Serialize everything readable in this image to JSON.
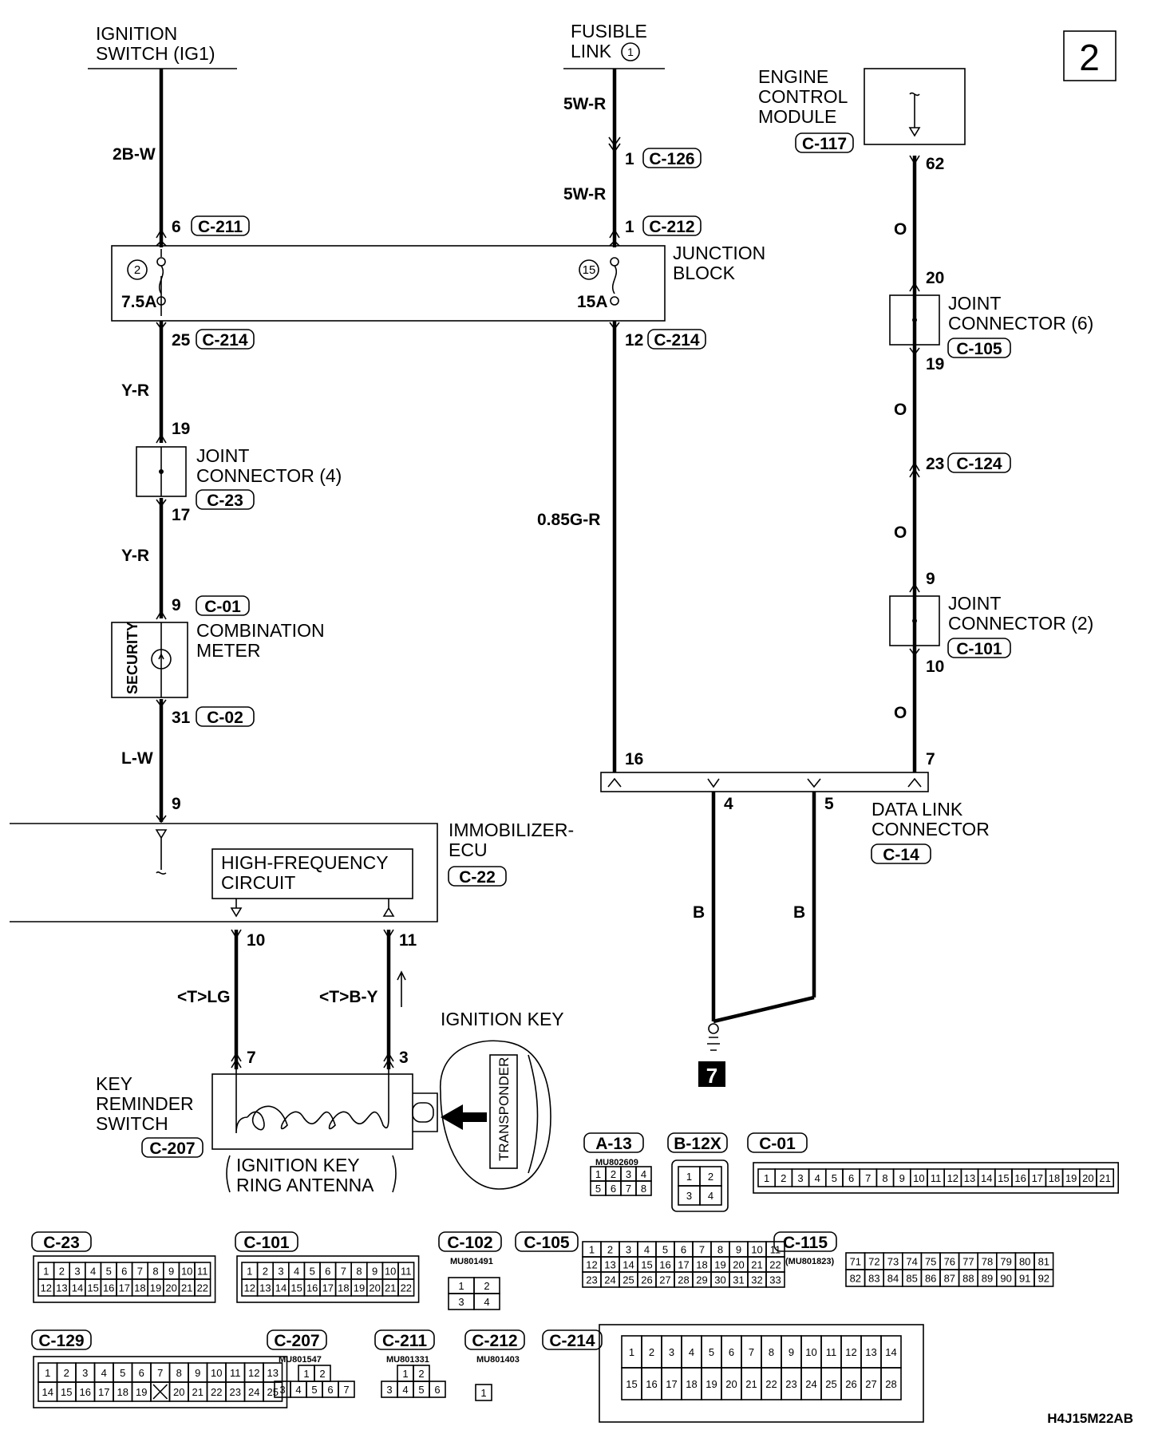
{
  "page_number": "2",
  "diagram_code": "H4J15M22AB",
  "ground_number": "7",
  "components": {
    "ignition_switch": [
      "IGNITION",
      "SWITCH (IG1)"
    ],
    "fusible_link": [
      "FUSIBLE",
      "LINK"
    ],
    "fusible_link_number": "1",
    "ecm": [
      "ENGINE",
      "CONTROL",
      "MODULE"
    ],
    "ecm_connector": "C-117",
    "junction_block": [
      "JUNCTION",
      "BLOCK"
    ],
    "fuse_left_number": "2",
    "fuse_left_rating": "7.5A",
    "fuse_right_number": "15",
    "fuse_right_rating": "15A",
    "joint_connector_4": [
      "JOINT",
      "CONNECTOR (4)"
    ],
    "joint_connector_6": [
      "JOINT",
      "CONNECTOR (6)"
    ],
    "joint_connector_2": [
      "JOINT",
      "CONNECTOR (2)"
    ],
    "combination_meter": [
      "COMBINATION",
      "METER"
    ],
    "security": "SECURITY",
    "immobilizer_ecu": [
      "IMMOBILIZER-",
      "ECU"
    ],
    "high_frequency_circuit": [
      "HIGH-FREQUENCY",
      "CIRCUIT"
    ],
    "data_link_connector": [
      "DATA LINK",
      "CONNECTOR"
    ],
    "key_reminder_switch": [
      "KEY",
      "REMINDER",
      "SWITCH"
    ],
    "ring_antenna": [
      "IGNITION KEY",
      "RING ANTENNA"
    ],
    "ignition_key": "IGNITION KEY",
    "transponder": "TRANSPONDER"
  },
  "connectors": {
    "c211": "C-211",
    "c212": "C-212",
    "c214_left": "C-214",
    "c214_right": "C-214",
    "c126": "C-126",
    "c23": "C-23",
    "c01": "C-01",
    "c02": "C-02",
    "c105": "C-105",
    "c124": "C-124",
    "c101": "C-101",
    "c14": "C-14",
    "c22": "C-22",
    "c207": "C-207"
  },
  "wires": {
    "ig1": "2B-W",
    "fl_top": "5W-R",
    "fl_mid": "5W-R",
    "yr_top": "Y-R",
    "yr_bottom": "Y-R",
    "lw": "L-W",
    "gr": "0.85G-R",
    "o1": "O",
    "o2": "O",
    "o3": "O",
    "o4": "O",
    "b1": "B",
    "b2": "B",
    "lg": "<T>LG",
    "by": "<T>B-Y"
  },
  "pins": {
    "p6": "6",
    "p1a": "1",
    "p1b": "1",
    "p25": "25",
    "p12": "12",
    "p19a": "19",
    "p17": "17",
    "p9a": "9",
    "p31": "31",
    "p9b": "9",
    "p62": "62",
    "p20": "20",
    "p19b": "19",
    "p23": "23",
    "p9c": "9",
    "p10a": "10",
    "p16": "16",
    "p7a": "7",
    "p4": "4",
    "p5": "5",
    "p10b": "10",
    "p11": "11",
    "p7b": "7",
    "p3": "3"
  },
  "connector_views": {
    "a13": {
      "label": "A-13",
      "part": "MU802609",
      "rows": [
        [
          "1",
          "2",
          "3",
          "4"
        ],
        [
          "5",
          "6",
          "7",
          "8"
        ]
      ]
    },
    "b12x": {
      "label": "B-12X",
      "rows": [
        [
          "1",
          "2"
        ],
        [
          "3",
          "4"
        ]
      ]
    },
    "c01": {
      "label": "C-01",
      "rows": [
        [
          "1",
          "2",
          "3",
          "4",
          "5",
          "6",
          "7",
          "8",
          "9",
          "10",
          "11",
          "12",
          "13",
          "14",
          "15",
          "16",
          "17",
          "18",
          "19",
          "20",
          "21"
        ]
      ]
    },
    "c23": {
      "label": "C-23",
      "rows": [
        [
          "1",
          "2",
          "3",
          "4",
          "5",
          "6",
          "7",
          "8",
          "9",
          "10",
          "11"
        ],
        [
          "12",
          "13",
          "14",
          "15",
          "16",
          "17",
          "18",
          "19",
          "20",
          "21",
          "22"
        ]
      ]
    },
    "c101": {
      "label": "C-101",
      "rows": [
        [
          "1",
          "2",
          "3",
          "4",
          "5",
          "6",
          "7",
          "8",
          "9",
          "10",
          "11"
        ],
        [
          "12",
          "13",
          "14",
          "15",
          "16",
          "17",
          "18",
          "19",
          "20",
          "21",
          "22"
        ]
      ]
    },
    "c102": {
      "label": "C-102",
      "part": "MU801491",
      "rows": [
        [
          "1",
          "2"
        ],
        [
          "3",
          "4"
        ]
      ]
    },
    "c105": {
      "label": "C-105",
      "rows": [
        [
          "1",
          "2",
          "3",
          "4",
          "5",
          "6",
          "7",
          "8",
          "9",
          "10",
          "11"
        ],
        [
          "12",
          "13",
          "14",
          "15",
          "16",
          "17",
          "18",
          "19",
          "20",
          "21",
          "22"
        ],
        [
          "23",
          "24",
          "25",
          "26",
          "27",
          "28",
          "29",
          "30",
          "31",
          "32",
          "33"
        ]
      ]
    },
    "c115": {
      "label": "C-115",
      "part": "(MU801823)",
      "rows": [
        [
          "71",
          "72",
          "73",
          "74",
          "75",
          "76",
          "77",
          "78",
          "79",
          "80",
          "81"
        ],
        [
          "82",
          "83",
          "84",
          "85",
          "86",
          "87",
          "88",
          "89",
          "90",
          "91",
          "92"
        ]
      ]
    },
    "c129": {
      "label": "C-129",
      "rows": [
        [
          "1",
          "2",
          "3",
          "4",
          "5",
          "6",
          "7",
          "8",
          "9",
          "10",
          "11",
          "12",
          "13"
        ],
        [
          "14",
          "15",
          "16",
          "17",
          "18",
          "19",
          "",
          "20",
          "21",
          "22",
          "23",
          "24",
          "25"
        ]
      ]
    },
    "c207": {
      "label": "C-207",
      "part": "MU801547",
      "rows": [
        [
          "1",
          "2"
        ],
        [
          "3",
          "4",
          "5",
          "6",
          "7"
        ]
      ]
    },
    "c211": {
      "label": "C-211",
      "part": "MU801331",
      "rows": [
        [
          "1",
          "2"
        ],
        [
          "3",
          "4",
          "5",
          "6"
        ]
      ]
    },
    "c212": {
      "label": "C-212",
      "part": "MU801403",
      "rows": [
        [
          "1"
        ]
      ]
    },
    "c214": {
      "label": "C-214",
      "rows": [
        [
          "1",
          "2",
          "3",
          "4",
          "5",
          "6",
          "7",
          "8",
          "9",
          "10",
          "11",
          "12",
          "13",
          "14"
        ],
        [
          "15",
          "16",
          "17",
          "18",
          "19",
          "20",
          "21",
          "22",
          "23",
          "24",
          "25",
          "26",
          "27",
          "28"
        ]
      ]
    }
  }
}
